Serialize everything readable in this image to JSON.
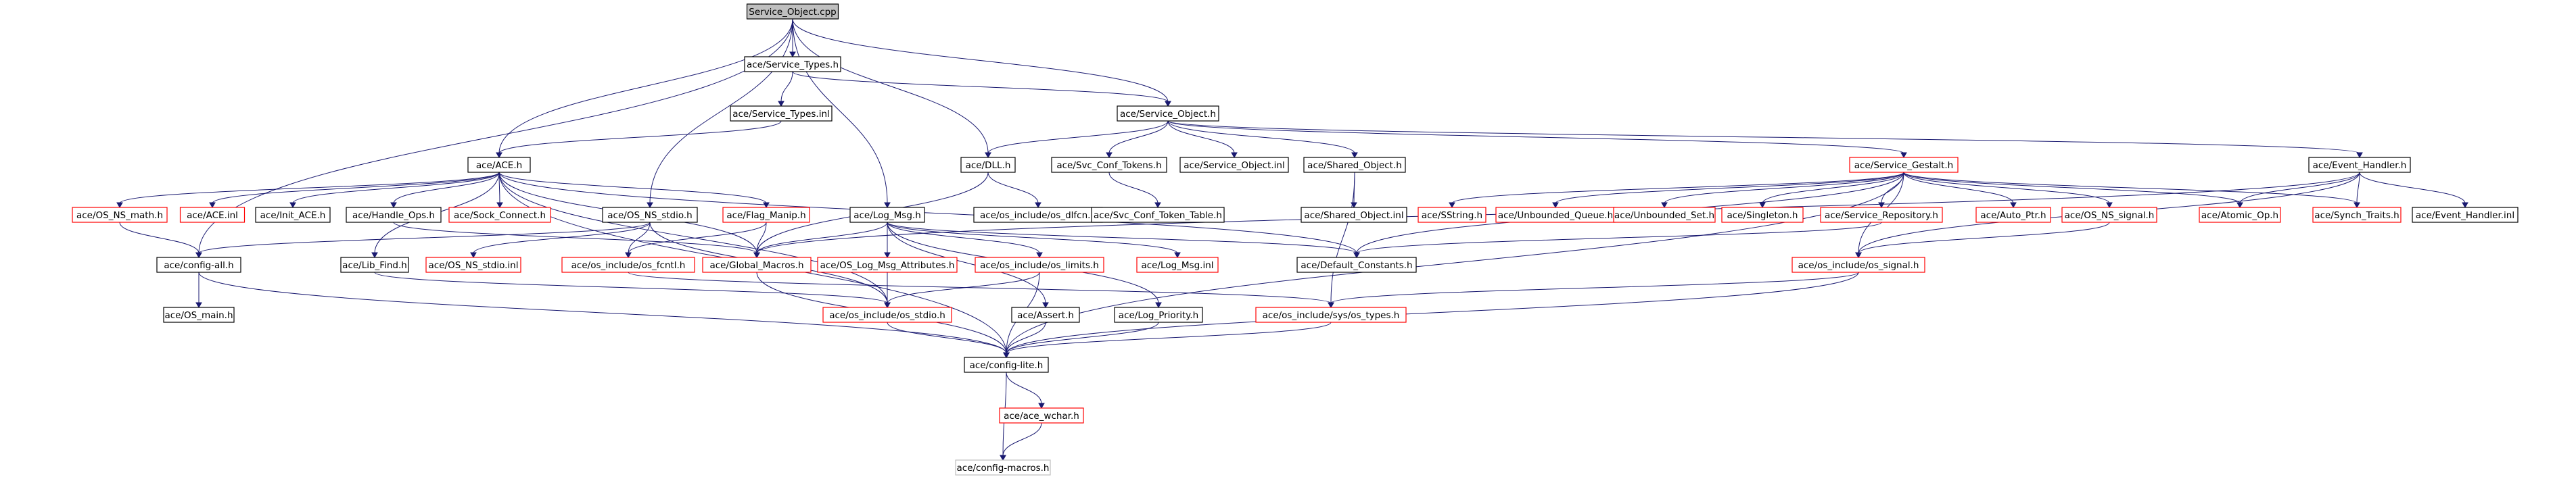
{
  "graph": {
    "colors": {
      "edge": "#191970",
      "link_border": "#000000",
      "external_border": "#ff0000",
      "root_fill": "#bfbfbf",
      "dimmed_border": "#bfbfbf"
    },
    "nodes": [
      {
        "id": "service_object_cpp",
        "label": "Service_Object.cpp",
        "style": "root"
      },
      {
        "id": "service_types_h",
        "label": "ace/Service_Types.h",
        "style": "link"
      },
      {
        "id": "service_types_inl",
        "label": "ace/Service_Types.inl",
        "style": "link"
      },
      {
        "id": "service_object_h",
        "label": "ace/Service_Object.h",
        "style": "link"
      },
      {
        "id": "ace_h",
        "label": "ace/ACE.h",
        "style": "link"
      },
      {
        "id": "dll_h",
        "label": "ace/DLL.h",
        "style": "link"
      },
      {
        "id": "svc_conf_tokens_h",
        "label": "ace/Svc_Conf_Tokens.h",
        "style": "link"
      },
      {
        "id": "service_object_inl",
        "label": "ace/Service_Object.inl",
        "style": "link"
      },
      {
        "id": "shared_object_h",
        "label": "ace/Shared_Object.h",
        "style": "link"
      },
      {
        "id": "service_gestalt_h",
        "label": "ace/Service_Gestalt.h",
        "style": "external"
      },
      {
        "id": "event_handler_h",
        "label": "ace/Event_Handler.h",
        "style": "link"
      },
      {
        "id": "os_include_dlfcn_h",
        "label": "ace/os_include/os_dlfcn.h",
        "style": "link"
      },
      {
        "id": "svc_conf_token_table_h",
        "label": "ace/Svc_Conf_Token_Table.h",
        "style": "link"
      },
      {
        "id": "shared_object_inl",
        "label": "ace/Shared_Object.inl",
        "style": "link"
      },
      {
        "id": "os_ns_math_h",
        "label": "ace/OS_NS_math.h",
        "style": "external"
      },
      {
        "id": "ace_inl",
        "label": "ace/ACE.inl",
        "style": "external"
      },
      {
        "id": "init_ace_h",
        "label": "ace/Init_ACE.h",
        "style": "link"
      },
      {
        "id": "handle_ops_h",
        "label": "ace/Handle_Ops.h",
        "style": "link"
      },
      {
        "id": "sock_connect_h",
        "label": "ace/Sock_Connect.h",
        "style": "external"
      },
      {
        "id": "os_ns_stdio_h",
        "label": "ace/OS_NS_stdio.h",
        "style": "link"
      },
      {
        "id": "flag_manip_h",
        "label": "ace/Flag_Manip.h",
        "style": "external"
      },
      {
        "id": "log_msg_h",
        "label": "ace/Log_Msg.h",
        "style": "link"
      },
      {
        "id": "sstring_h",
        "label": "ace/SString.h",
        "style": "external"
      },
      {
        "id": "unbounded_queue_h",
        "label": "ace/Unbounded_Queue.h",
        "style": "external"
      },
      {
        "id": "unbounded_set_h",
        "label": "ace/Unbounded_Set.h",
        "style": "external"
      },
      {
        "id": "singleton_h",
        "label": "ace/Singleton.h",
        "style": "external"
      },
      {
        "id": "service_repository_h",
        "label": "ace/Service_Repository.h",
        "style": "external"
      },
      {
        "id": "auto_ptr_h",
        "label": "ace/Auto_Ptr.h",
        "style": "external"
      },
      {
        "id": "os_ns_signal_h",
        "label": "ace/OS_NS_signal.h",
        "style": "external"
      },
      {
        "id": "atomic_op_h",
        "label": "ace/Atomic_Op.h",
        "style": "external"
      },
      {
        "id": "synch_traits_h",
        "label": "ace/Synch_Traits.h",
        "style": "external"
      },
      {
        "id": "event_handler_inl",
        "label": "ace/Event_Handler.inl",
        "style": "link"
      },
      {
        "id": "config_all_h",
        "label": "ace/config-all.h",
        "style": "link"
      },
      {
        "id": "lib_find_h",
        "label": "ace/Lib_Find.h",
        "style": "link"
      },
      {
        "id": "os_ns_stdio_inl",
        "label": "ace/OS_NS_stdio.inl",
        "style": "external"
      },
      {
        "id": "os_include_os_fcntl_h",
        "label": "ace/os_include/os_fcntl.h",
        "style": "external"
      },
      {
        "id": "global_macros_h",
        "label": "ace/Global_Macros.h",
        "style": "external"
      },
      {
        "id": "os_log_msg_attributes_h",
        "label": "ace/OS_Log_Msg_Attributes.h",
        "style": "external"
      },
      {
        "id": "os_include_os_limits_h",
        "label": "ace/os_include/os_limits.h",
        "style": "external"
      },
      {
        "id": "log_msg_inl",
        "label": "ace/Log_Msg.inl",
        "style": "external"
      },
      {
        "id": "default_constants_h",
        "label": "ace/Default_Constants.h",
        "style": "link"
      },
      {
        "id": "os_include_os_signal_h",
        "label": "ace/os_include/os_signal.h",
        "style": "external"
      },
      {
        "id": "os_main_h",
        "label": "ace/OS_main.h",
        "style": "link"
      },
      {
        "id": "os_include_os_stdio_h",
        "label": "ace/os_include/os_stdio.h",
        "style": "external"
      },
      {
        "id": "assert_h",
        "label": "ace/Assert.h",
        "style": "link"
      },
      {
        "id": "log_priority_h",
        "label": "ace/Log_Priority.h",
        "style": "link"
      },
      {
        "id": "os_include_sys_os_types_h",
        "label": "ace/os_include/sys/os_types.h",
        "style": "external"
      },
      {
        "id": "config_lite_h",
        "label": "ace/config-lite.h",
        "style": "link"
      },
      {
        "id": "ace_wchar_h",
        "label": "ace/ace_wchar.h",
        "style": "external"
      },
      {
        "id": "config_macros_h",
        "label": "ace/config-macros.h",
        "style": "dimmed"
      }
    ],
    "edges": [
      [
        "service_object_cpp",
        "service_types_h"
      ],
      [
        "service_object_cpp",
        "service_object_h"
      ],
      [
        "service_object_cpp",
        "ace_h"
      ],
      [
        "service_object_cpp",
        "dll_h"
      ],
      [
        "service_object_cpp",
        "os_ns_stdio_h"
      ],
      [
        "service_object_cpp",
        "log_msg_h"
      ],
      [
        "service_object_cpp",
        "config_all_h"
      ],
      [
        "service_types_h",
        "service_types_inl"
      ],
      [
        "service_types_h",
        "service_object_h"
      ],
      [
        "service_types_inl",
        "ace_h"
      ],
      [
        "service_object_h",
        "dll_h"
      ],
      [
        "service_object_h",
        "svc_conf_tokens_h"
      ],
      [
        "service_object_h",
        "service_object_inl"
      ],
      [
        "service_object_h",
        "shared_object_h"
      ],
      [
        "service_object_h",
        "service_gestalt_h"
      ],
      [
        "service_object_h",
        "event_handler_h"
      ],
      [
        "dll_h",
        "os_include_dlfcn_h"
      ],
      [
        "dll_h",
        "global_macros_h"
      ],
      [
        "svc_conf_tokens_h",
        "svc_conf_token_table_h"
      ],
      [
        "shared_object_h",
        "shared_object_inl"
      ],
      [
        "shared_object_h",
        "os_include_sys_os_types_h"
      ],
      [
        "ace_h",
        "os_ns_math_h"
      ],
      [
        "ace_h",
        "ace_inl"
      ],
      [
        "ace_h",
        "init_ace_h"
      ],
      [
        "ace_h",
        "handle_ops_h"
      ],
      [
        "ace_h",
        "sock_connect_h"
      ],
      [
        "ace_h",
        "flag_manip_h"
      ],
      [
        "ace_h",
        "lib_find_h"
      ],
      [
        "ace_h",
        "os_include_os_stdio_h"
      ],
      [
        "ace_h",
        "default_constants_h"
      ],
      [
        "ace_h",
        "global_macros_h"
      ],
      [
        "ace_h",
        "config_lite_h"
      ],
      [
        "os_ns_math_h",
        "config_all_h"
      ],
      [
        "handle_ops_h",
        "global_macros_h"
      ],
      [
        "flag_manip_h",
        "global_macros_h"
      ],
      [
        "flag_manip_h",
        "os_include_os_fcntl_h"
      ],
      [
        "os_ns_stdio_h",
        "config_all_h"
      ],
      [
        "os_ns_stdio_h",
        "os_ns_stdio_inl"
      ],
      [
        "os_ns_stdio_h",
        "os_include_os_fcntl_h"
      ],
      [
        "os_ns_stdio_h",
        "os_include_os_stdio_h"
      ],
      [
        "lib_find_h",
        "os_include_os_stdio_h"
      ],
      [
        "log_msg_h",
        "global_macros_h"
      ],
      [
        "log_msg_h",
        "os_log_msg_attributes_h"
      ],
      [
        "log_msg_h",
        "os_include_os_limits_h"
      ],
      [
        "log_msg_h",
        "log_msg_inl"
      ],
      [
        "log_msg_h",
        "default_constants_h"
      ],
      [
        "log_msg_h",
        "assert_h"
      ],
      [
        "log_msg_h",
        "log_priority_h"
      ],
      [
        "os_log_msg_attributes_h",
        "os_include_os_stdio_h"
      ],
      [
        "os_include_os_limits_h",
        "config_lite_h"
      ],
      [
        "os_include_os_limits_h",
        "os_include_os_stdio_h"
      ],
      [
        "os_include_os_fcntl_h",
        "os_include_sys_os_types_h"
      ],
      [
        "global_macros_h",
        "config_lite_h"
      ],
      [
        "os_include_os_stdio_h",
        "config_lite_h"
      ],
      [
        "assert_h",
        "config_lite_h"
      ],
      [
        "log_priority_h",
        "config_lite_h"
      ],
      [
        "os_include_sys_os_types_h",
        "config_lite_h"
      ],
      [
        "config_all_h",
        "os_main_h"
      ],
      [
        "config_all_h",
        "config_lite_h"
      ],
      [
        "config_lite_h",
        "ace_wchar_h"
      ],
      [
        "config_lite_h",
        "config_macros_h"
      ],
      [
        "ace_wchar_h",
        "config_macros_h"
      ],
      [
        "service_gestalt_h",
        "sstring_h"
      ],
      [
        "service_gestalt_h",
        "unbounded_queue_h"
      ],
      [
        "service_gestalt_h",
        "unbounded_set_h"
      ],
      [
        "service_gestalt_h",
        "singleton_h"
      ],
      [
        "service_gestalt_h",
        "service_repository_h"
      ],
      [
        "service_gestalt_h",
        "auto_ptr_h"
      ],
      [
        "service_gestalt_h",
        "os_ns_signal_h"
      ],
      [
        "service_gestalt_h",
        "atomic_op_h"
      ],
      [
        "service_gestalt_h",
        "synch_traits_h"
      ],
      [
        "service_gestalt_h",
        "default_constants_h"
      ],
      [
        "service_gestalt_h",
        "config_lite_h"
      ],
      [
        "service_gestalt_h",
        "os_include_os_signal_h"
      ],
      [
        "service_repository_h",
        "default_constants_h"
      ],
      [
        "os_ns_signal_h",
        "os_include_os_signal_h"
      ],
      [
        "os_include_os_signal_h",
        "os_include_sys_os_types_h"
      ],
      [
        "os_include_os_signal_h",
        "config_lite_h"
      ],
      [
        "event_handler_h",
        "atomic_op_h"
      ],
      [
        "event_handler_h",
        "synch_traits_h"
      ],
      [
        "event_handler_h",
        "event_handler_inl"
      ],
      [
        "event_handler_h",
        "os_include_os_signal_h"
      ],
      [
        "event_handler_h",
        "global_macros_h"
      ]
    ]
  }
}
